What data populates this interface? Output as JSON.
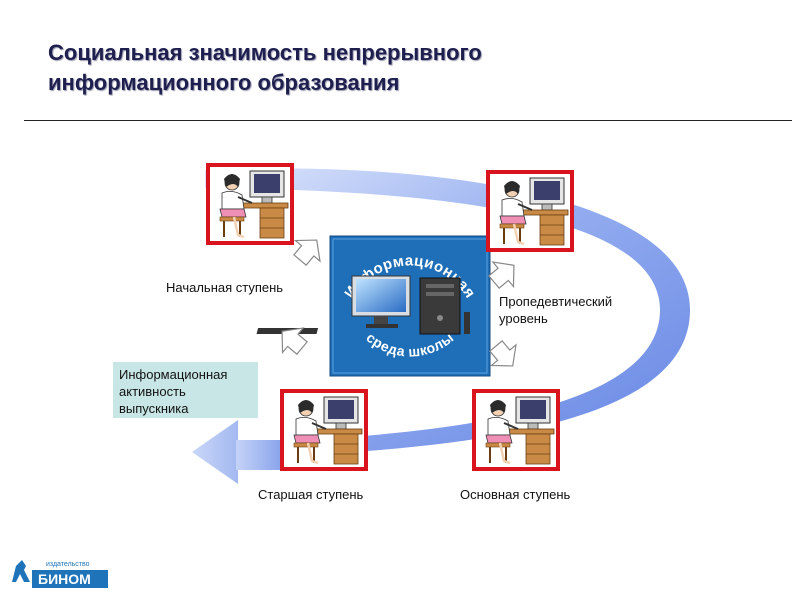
{
  "slide": {
    "title_line1": "Социальная значимость непрерывного",
    "title_line2": "информационного образования"
  },
  "center": {
    "arc_top_text": "Информационная",
    "arc_bottom_text": "среда школы"
  },
  "stages": {
    "initial": "Начальная ступень",
    "propaedeutic_line1": "Пропедевтический",
    "propaedeutic_line2": "уровень",
    "senior": "Старшая ступень",
    "basic": "Основная ступень"
  },
  "activity": {
    "line1": "Информационная",
    "line2": "активность",
    "line3": "выпускника"
  },
  "logo": {
    "small_text": "издательство",
    "name": "БИНОМ"
  },
  "colors": {
    "frame_red": "#d9141e",
    "flow_blue": "#6f8fe8",
    "center_blue": "#1f6fb8",
    "box_teal": "#c9e6e6",
    "logo_blue": "#1e73b9"
  },
  "icons": [
    "workstation-icon",
    "computer-icon",
    "outline-arrow-icon",
    "flow-arrow-icon"
  ]
}
